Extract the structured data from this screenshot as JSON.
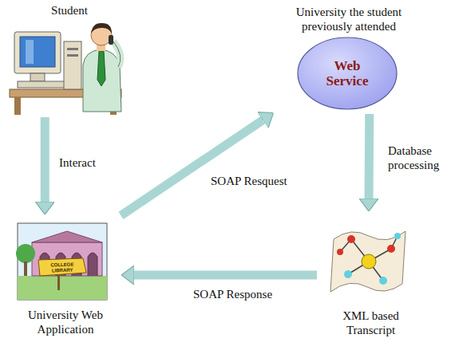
{
  "diagram": {
    "nodes": [
      {
        "text": [
          "Student"
        ]
      },
      {
        "text": [
          "University the student previously attended",
          "Web Service"
        ]
      },
      {
        "text": [
          "University Web Application"
        ]
      },
      {
        "text": [
          "XML based Transcript"
        ]
      }
    ],
    "edges": [
      {
        "from": 0,
        "to": 2,
        "label": "Interact",
        "arrow": "to"
      },
      {
        "from": 2,
        "to": 1,
        "label": "SOAP Resquest",
        "arrow": "to"
      },
      {
        "from": 1,
        "to": 3,
        "label": "Database processing",
        "arrow": "to"
      },
      {
        "from": 3,
        "to": 2,
        "label": "SOAP Response",
        "arrow": "to"
      }
    ],
    "labels": [
      "COLLEGE LIBRARY"
    ]
  }
}
